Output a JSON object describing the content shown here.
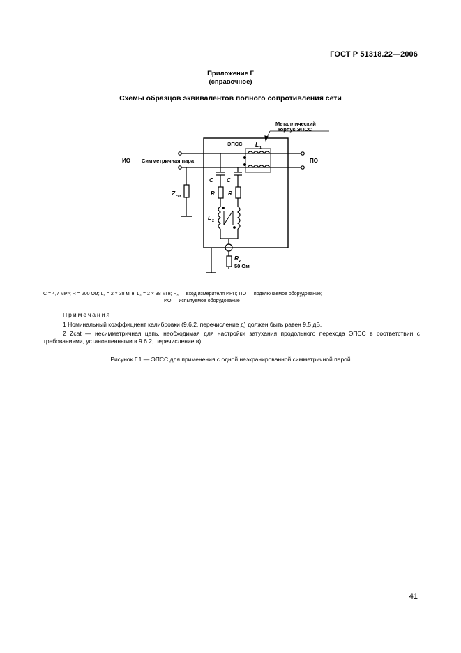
{
  "header": {
    "doc_id": "ГОСТ Р 51318.22—2006"
  },
  "annex": {
    "title": "Приложение Г",
    "subtitle": "(справочное)"
  },
  "section_title": "Схемы образцов эквивалентов полного сопротивления сети",
  "diagram": {
    "label_case": "Металлический",
    "label_case2": "корпус ЭПСС",
    "label_epss": "ЭПСС",
    "label_io": "ИО",
    "label_pair": "Симметричная пара",
    "label_po": "ПО",
    "label_L1": "L",
    "label_L1_sub": "1",
    "label_C1": "C",
    "label_C2": "C",
    "label_R1": "R",
    "label_R2": "R",
    "label_L2": "L",
    "label_L2_sub": "2",
    "label_Zcat": "Z",
    "label_Zcat_sub": "cat",
    "label_Rx": "R",
    "label_Rx_sub": "x",
    "label_50": "50 Ом"
  },
  "legend": {
    "line1": "C = 4,7 мкФ;  R = 200 Ом;  L₁ = 2 × 38 мГн;  L₂ = 2 × 38 мГн;  Rₓ — вход  измерителя ИРП;  ПО — подключаемое оборудование;",
    "line2": "ИО — испытуемое оборудование"
  },
  "notes": {
    "heading": "Примечания",
    "n1": "1 Номинальный коэффициент калибровки  (9.6.2, перечисление д) должен быть равен 9,5 дБ.",
    "n2": "2 Zcat  — несимметричная цепь, необходимая для настройки затухания продольного перехода ЭПСС в соответствии с требованиями, установленными в 9.6.2, перечисление в)"
  },
  "caption": "Рисунок Г.1 — ЭПСС для применения с одной неэкранированной симметричной парой",
  "page_number": "41"
}
